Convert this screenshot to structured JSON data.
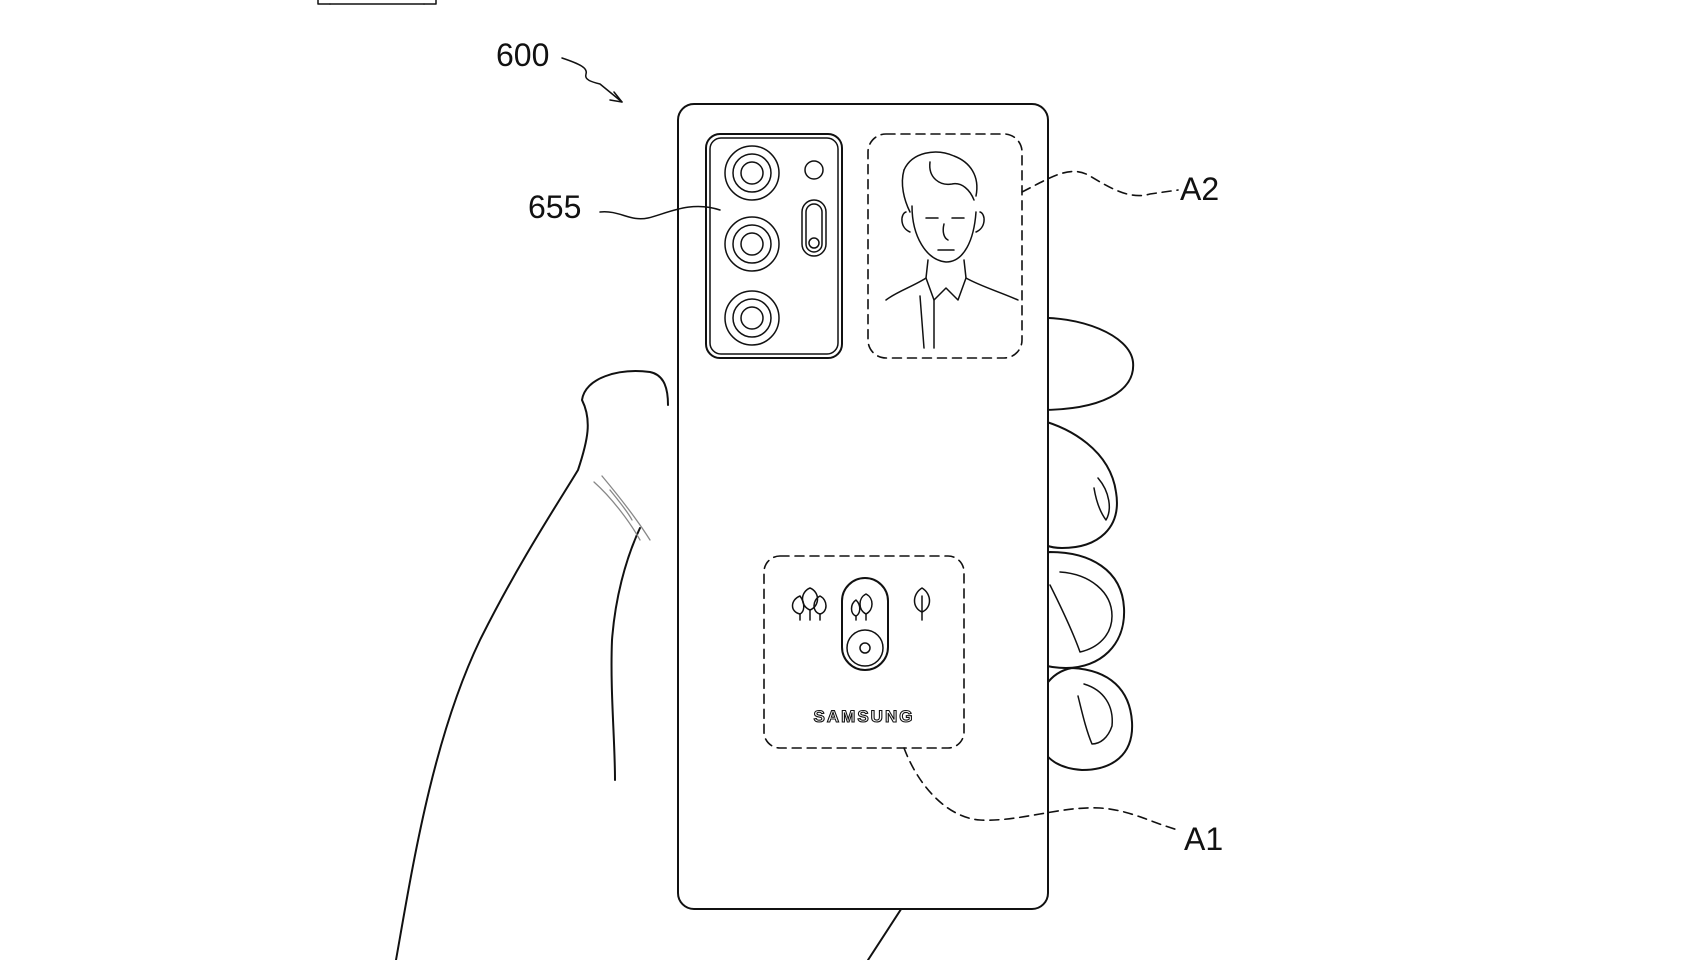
{
  "figure": {
    "labels": {
      "device": "600",
      "camera_module": "655",
      "area_top": "A2",
      "area_bottom": "A1"
    },
    "wordmark": "SAMSUNG"
  }
}
